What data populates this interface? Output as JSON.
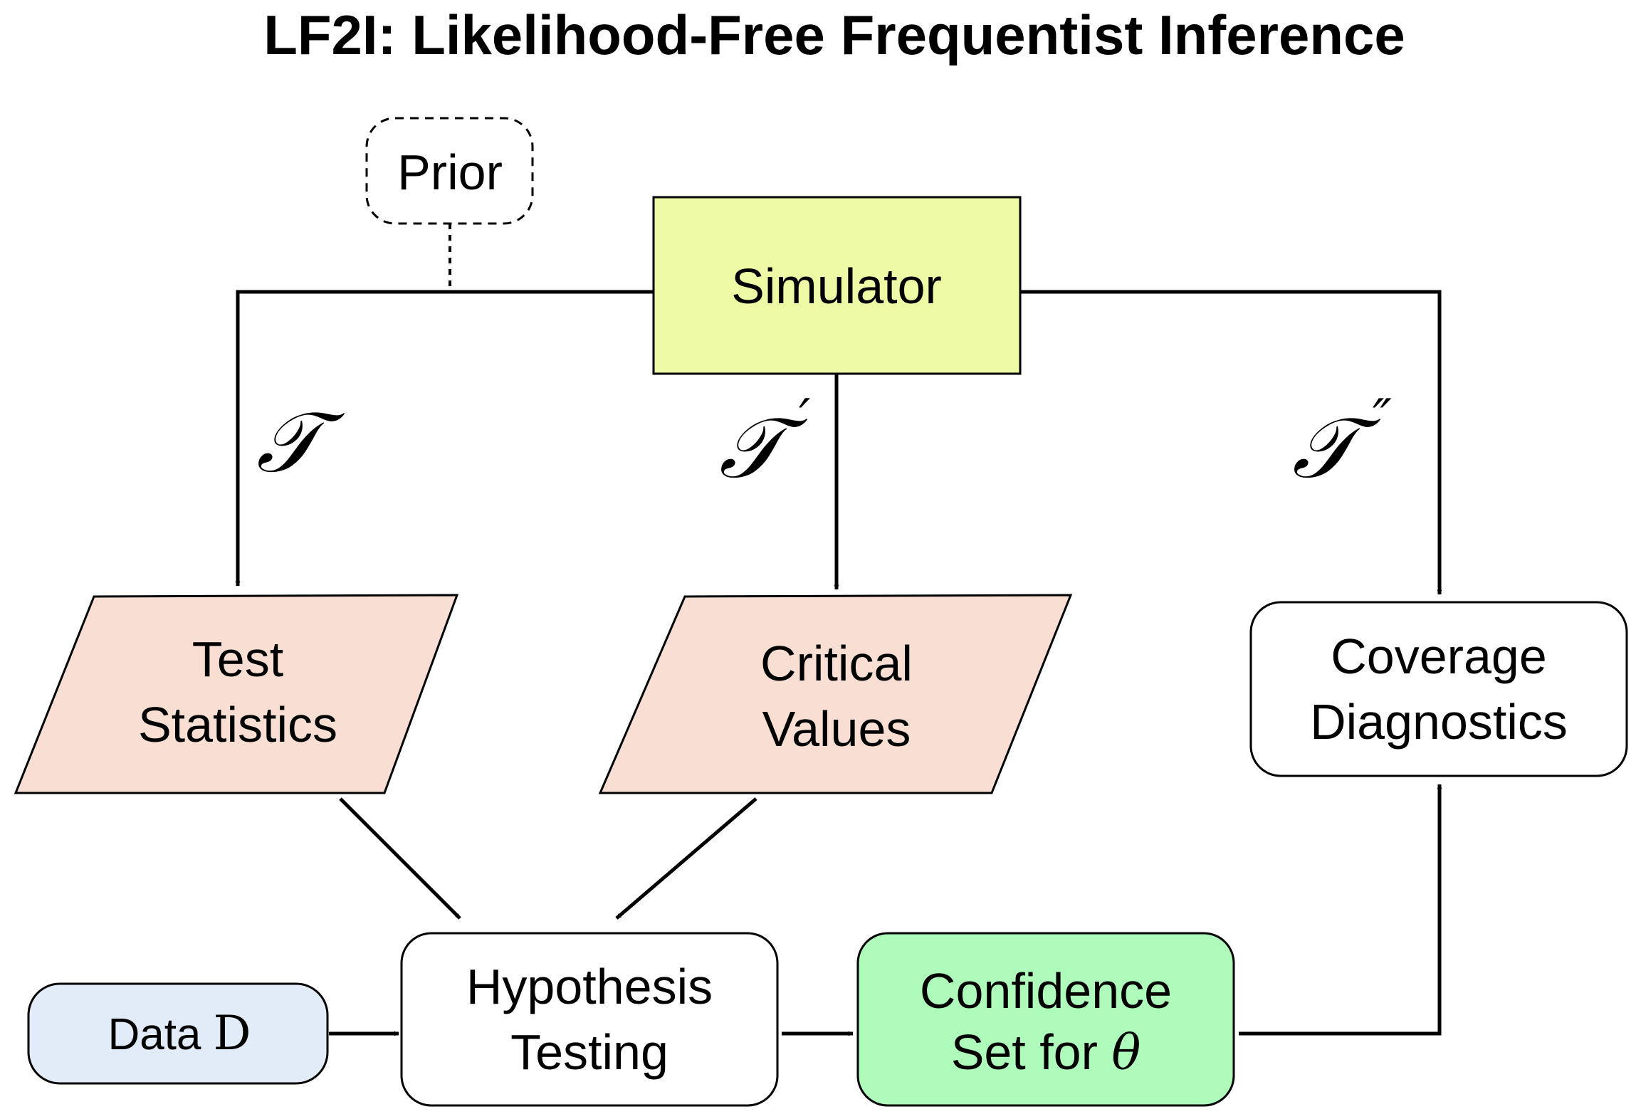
{
  "title": "LF2I: Likelihood-Free Frequentist Inference",
  "nodes": {
    "prior": {
      "label": "Prior"
    },
    "simulator": {
      "label": "Simulator",
      "fill": "#eefaa6"
    },
    "test_statistics": {
      "line1": "Test",
      "line2": "Statistics",
      "fill": "#f9dfd3"
    },
    "critical_values": {
      "line1": "Critical",
      "line2": "Values",
      "fill": "#f9dfd3"
    },
    "coverage_diagnostics": {
      "line1": "Coverage",
      "line2": "Diagnostics",
      "fill": "#ffffff"
    },
    "data": {
      "label": "Data ",
      "symbol": "D",
      "fill": "#e2ecf8"
    },
    "hypothesis_testing": {
      "line1": "Hypothesis",
      "line2": "Testing",
      "fill": "#ffffff"
    },
    "confidence_set": {
      "line1": "Confidence",
      "line2": "Set for ",
      "symbol": "θ",
      "fill": "#aefbbb"
    }
  },
  "edge_labels": {
    "train_set": "𝒯",
    "calibration_set": "𝒯",
    "calibration_prime": "′",
    "diagnostics_set": "𝒯",
    "diagnostics_prime": "″"
  },
  "colors": {
    "stroke": "#000000",
    "background": "#ffffff"
  }
}
